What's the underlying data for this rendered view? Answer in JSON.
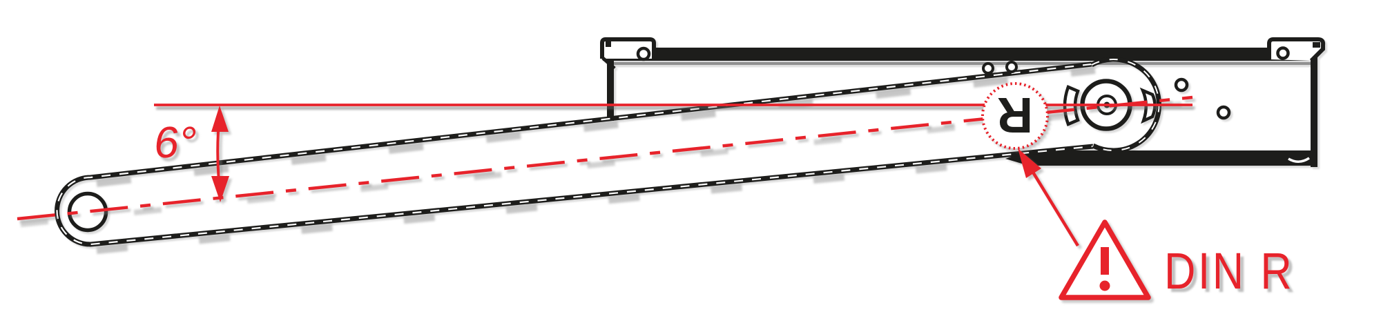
{
  "drawing": {
    "angle_label": "6°",
    "angle_value_degrees": 6,
    "rotation_marker": "R",
    "warning_label": "DIN R",
    "annotations": {
      "reference_line": "horizontal reference line",
      "centerline": "inclined conveyor centerline",
      "dimension": "6 degree incline between housing and conveyor arm"
    },
    "icons": [
      "warning-triangle-icon",
      "rotation-marker-circle-icon",
      "dimension-arrow-icon",
      "leader-arrow-icon"
    ],
    "colors": {
      "annotation_red": "#e7232b",
      "line_black": "#1d1d1b",
      "shadow_gray": "#8f8f8f",
      "background": "#ffffff"
    }
  }
}
